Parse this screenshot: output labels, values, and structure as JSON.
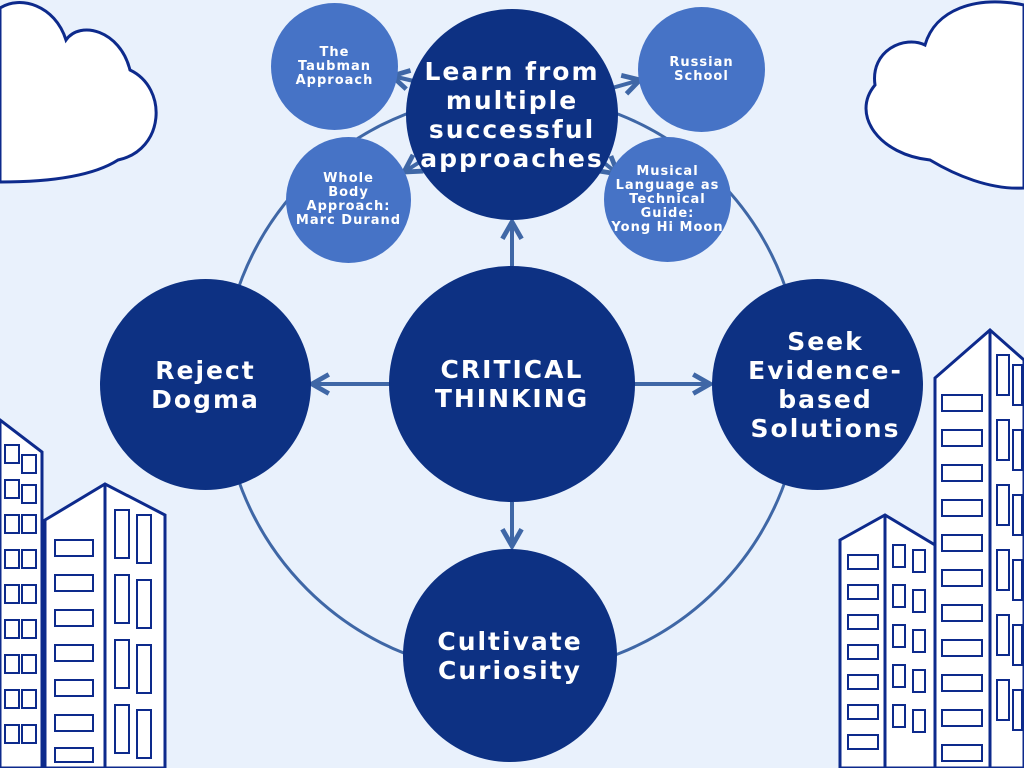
{
  "colors": {
    "background": "#e9f1fc",
    "primary_node": "#0d3183",
    "secondary_node": "#4673c6",
    "connector": "#3f67a6",
    "illustration_stroke": "#0d2a8c"
  },
  "center": {
    "label": "CRITICAL\nTHINKING"
  },
  "principles": [
    {
      "id": "learn",
      "label": "Learn from\nmultiple\nsuccessful\napproaches"
    },
    {
      "id": "reject",
      "label": "Reject\nDogma"
    },
    {
      "id": "seek",
      "label": "Seek\nEvidence-\nbased\nSolutions"
    },
    {
      "id": "curiosity",
      "label": "Cultivate\nCuriosity"
    }
  ],
  "approaches": [
    {
      "id": "taubman",
      "label": "The\nTaubman\nApproach"
    },
    {
      "id": "russian",
      "label": "Russian\nSchool"
    },
    {
      "id": "durand",
      "label": "Whole\nBody\nApproach:\nMarc Durand"
    },
    {
      "id": "moon",
      "label": "Musical\nLanguage as\nTechnical\nGuide:\nYong Hi Moon"
    }
  ],
  "decorations": [
    "cloud-left-icon",
    "cloud-right-icon",
    "buildings-left-icon",
    "buildings-right-icon"
  ]
}
